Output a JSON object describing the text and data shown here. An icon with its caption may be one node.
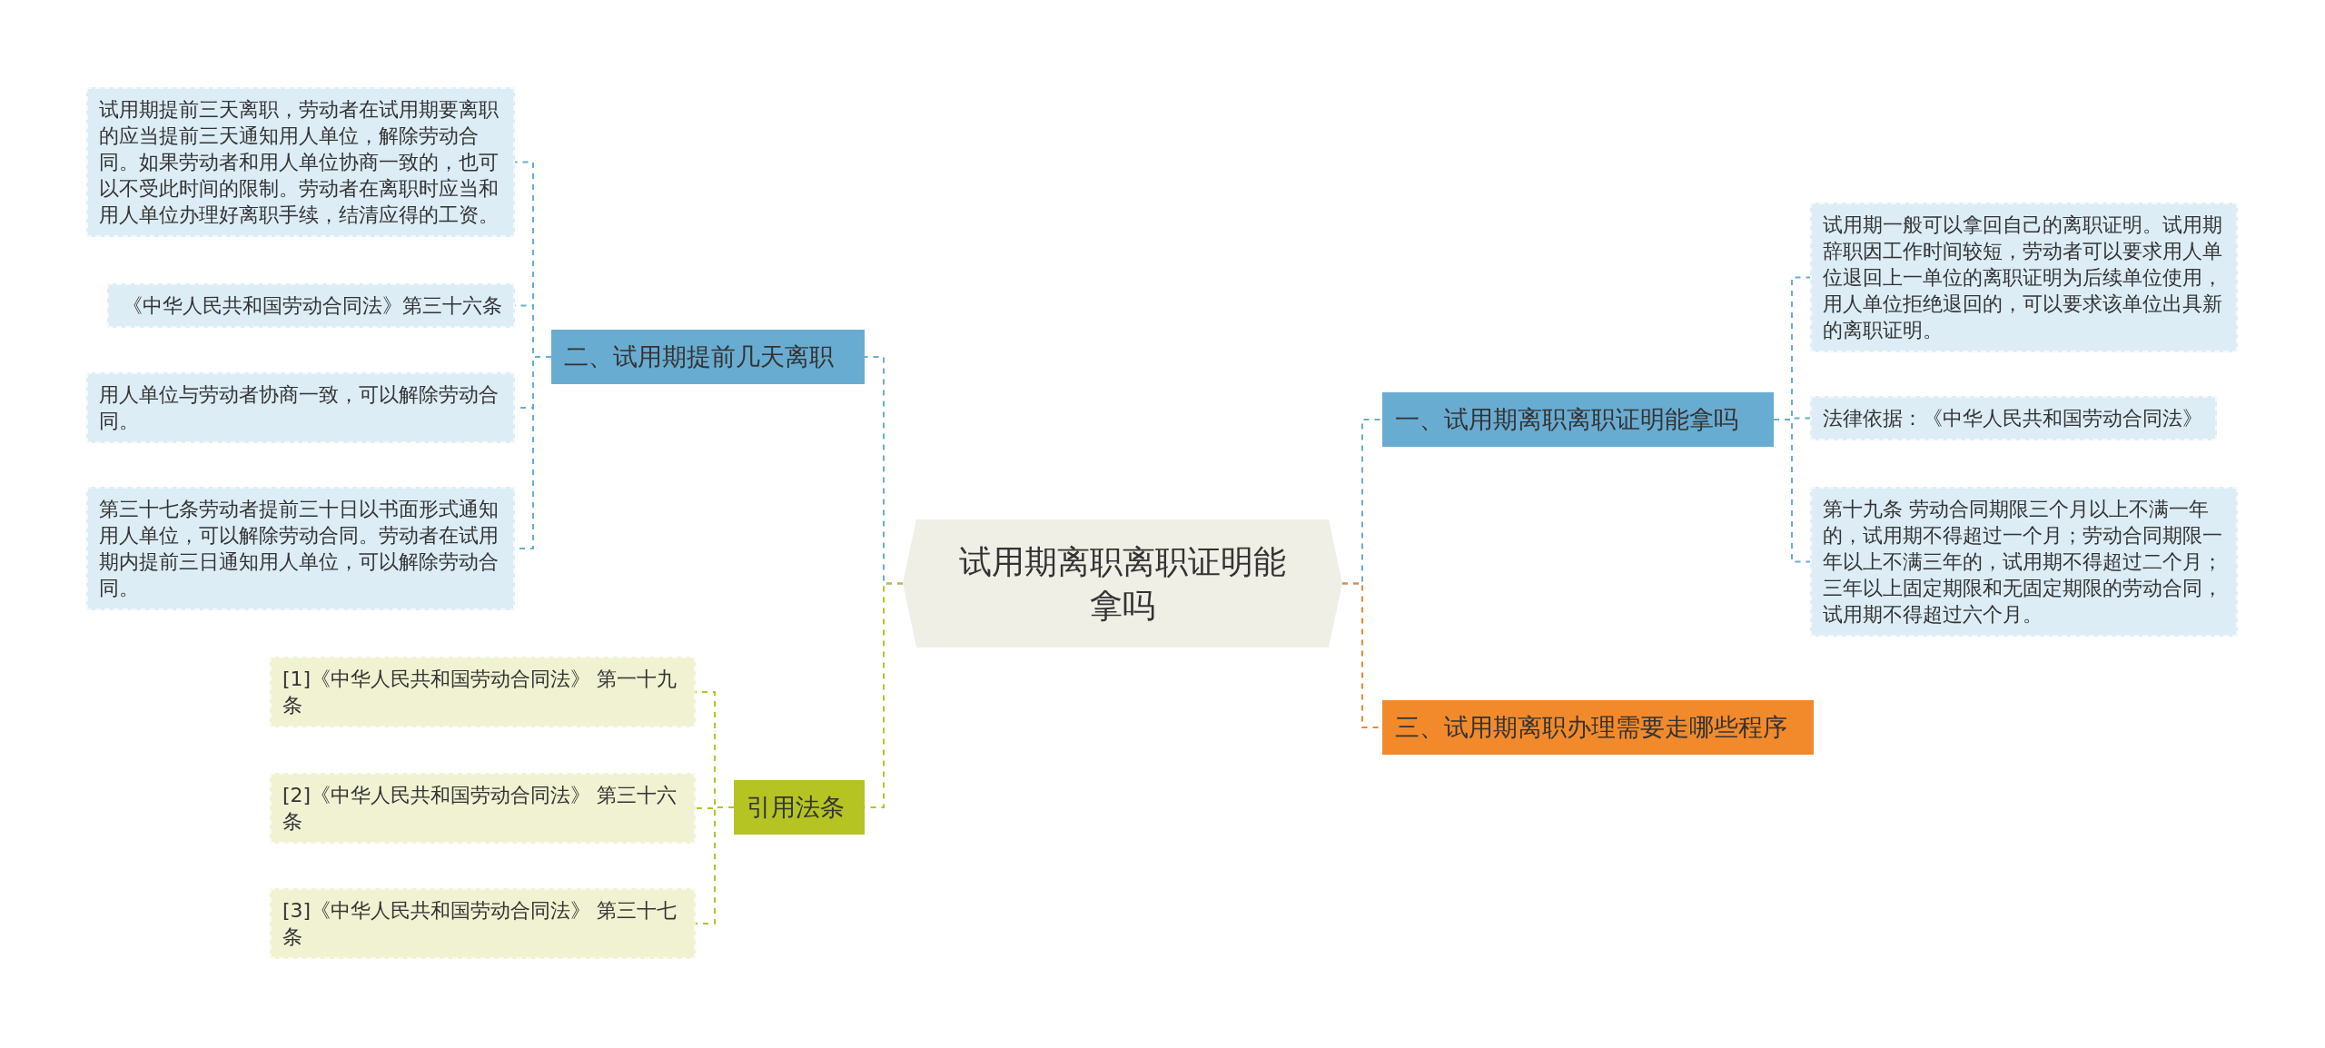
{
  "diagram": {
    "nodes": [
      {
        "text": [
          "试用期离职离职证明能拿吗"
        ]
      },
      {
        "text": [
          "二、试用期提前几天离职"
        ]
      },
      {
        "text": [
          "试用期提前三天离职，劳动者在试用期要离职的应当提前三天通知用人单位，解除劳动合同。如果劳动者和用人单位协商一致的，也可以不受此时间的限制。劳动者在离职时应当和用人单位办理好离职手续，结清应得的工资。"
        ]
      },
      {
        "text": [
          "《中华人民共和国劳动合同法》第三十六条"
        ]
      },
      {
        "text": [
          "用人单位与劳动者协商一致，可以解除劳动合同。"
        ]
      },
      {
        "text": [
          "第三十七条劳动者提前三十日以书面形式通知用人单位，可以解除劳动合同。劳动者在试用期内提前三日通知用人单位，可以解除劳动合同。"
        ]
      },
      {
        "text": [
          "引用法条"
        ]
      },
      {
        "text": [
          "[1]《中华人民共和国劳动合同法》 第一十九条"
        ]
      },
      {
        "text": [
          "[2]《中华人民共和国劳动合同法》 第三十六条"
        ]
      },
      {
        "text": [
          "[3]《中华人民共和国劳动合同法》 第三十七条"
        ]
      },
      {
        "text": [
          "一、试用期离职离职证明能拿吗"
        ]
      },
      {
        "text": [
          "试用期一般可以拿回自己的离职证明。试用期辞职因工作时间较短，劳动者可以要求用人单位退回上一单位的离职证明为后续单位使用，用人单位拒绝退回的，可以要求该单位出具新的离职证明。"
        ]
      },
      {
        "text": [
          "法律依据：《中华人民共和国劳动合同法》"
        ]
      },
      {
        "text": [
          "第十九条 劳动合同期限三个月以上不满一年的，试用期不得超过一个月；劳动合同期限一年以上不满三年的，试用期不得超过二个月；三年以上固定期限和无固定期限的劳动合同，试用期不得超过六个月。"
        ]
      },
      {
        "text": [
          "三、试用期离职办理需要走哪些程序"
        ]
      }
    ],
    "edges": [
      {
        "from": 0,
        "to": 1,
        "arrow": "none",
        "style": "dashed"
      },
      {
        "from": 1,
        "to": 2,
        "arrow": "none",
        "style": "dashed"
      },
      {
        "from": 1,
        "to": 3,
        "arrow": "none",
        "style": "dashed"
      },
      {
        "from": 1,
        "to": 4,
        "arrow": "none",
        "style": "dashed"
      },
      {
        "from": 1,
        "to": 5,
        "arrow": "none",
        "style": "dashed"
      },
      {
        "from": 0,
        "to": 6,
        "arrow": "none",
        "style": "dashed",
        "color": "#b5c22a"
      },
      {
        "from": 6,
        "to": 7,
        "arrow": "none",
        "style": "dashed",
        "color": "#b5c22a"
      },
      {
        "from": 6,
        "to": 8,
        "arrow": "none",
        "style": "dashed",
        "color": "#b5c22a"
      },
      {
        "from": 6,
        "to": 9,
        "arrow": "none",
        "style": "dashed",
        "color": "#b5c22a"
      },
      {
        "from": 0,
        "to": 10,
        "arrow": "none",
        "style": "dashed"
      },
      {
        "from": 10,
        "to": 11,
        "arrow": "none",
        "style": "dashed"
      },
      {
        "from": 10,
        "to": 12,
        "arrow": "none",
        "style": "dashed"
      },
      {
        "from": 10,
        "to": 13,
        "arrow": "none",
        "style": "dashed"
      },
      {
        "from": 0,
        "to": 14,
        "arrow": "none",
        "style": "dashed",
        "color": "#f0872a"
      }
    ]
  }
}
